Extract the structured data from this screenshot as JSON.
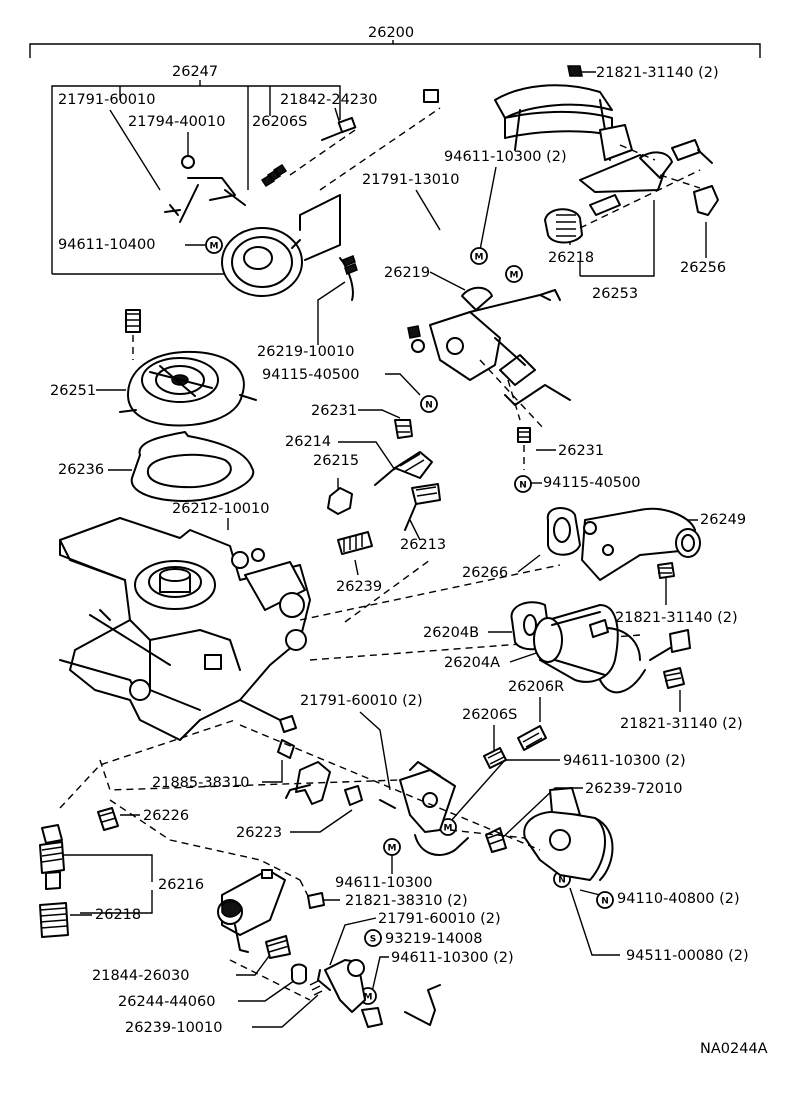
{
  "diagram": {
    "assembly_number": "26200",
    "figure_code": "NA0244A",
    "callouts": {
      "c26247": "26247",
      "c21791_60010": "21791-60010",
      "c21794_40010": "21794-40010",
      "c21842_24230": "21842-24230",
      "c26206S_top": "26206S",
      "c94611_10400": "94611-10400",
      "c26219_10010": "26219-10010",
      "c26251": "26251",
      "c26236": "26236",
      "c21821_31140_top": "21821-31140 (2)",
      "c94611_10300_top": "94611-10300 (2)",
      "c21791_13010": "21791-13010",
      "c26218_top": "26218",
      "c26256": "26256",
      "c26253": "26253",
      "c26219": "26219",
      "c94115_40500_left": "94115-40500",
      "c26231_left": "26231",
      "c26231_right": "26231",
      "c94115_40500_right": "94115-40500",
      "c26214": "26214",
      "c26215": "26215",
      "c26212_10010": "26212-10010",
      "c26213": "26213",
      "c26239": "26239",
      "c26249": "26249",
      "c26266": "26266",
      "c21821_31140_mid": "21821-31140 (2)",
      "c26204B": "26204B",
      "c26204A": "26204A",
      "c21821_31140_low": "21821-31140 (2)",
      "c26206R": "26206R",
      "c21791_60010_2": "21791-60010 (2)",
      "c26206S_low": "26206S",
      "c94611_10300_mid": "94611-10300 (2)",
      "c26239_72010": "26239-72010",
      "c21885_38310": "21885-38310",
      "c26226": "26226",
      "c26223": "26223",
      "c94611_10300_single": "94611-10300",
      "c26216": "26216",
      "c21821_38310": "21821-38310 (2)",
      "c94110_40800": "94110-40800 (2)",
      "c26218_bottom": "26218",
      "c21791_60010_2b": "21791-60010 (2)",
      "c93219_14008": "93219-14008",
      "c94511_00080": "94511-00080 (2)",
      "c21844_26030": "21844-26030",
      "c94611_10300_bottom": "94611-10300 (2)",
      "c26244_44060": "26244-44060",
      "c26239_10010": "26239-10010"
    },
    "badges": {
      "m": "M",
      "n": "N",
      "s": "S"
    }
  }
}
